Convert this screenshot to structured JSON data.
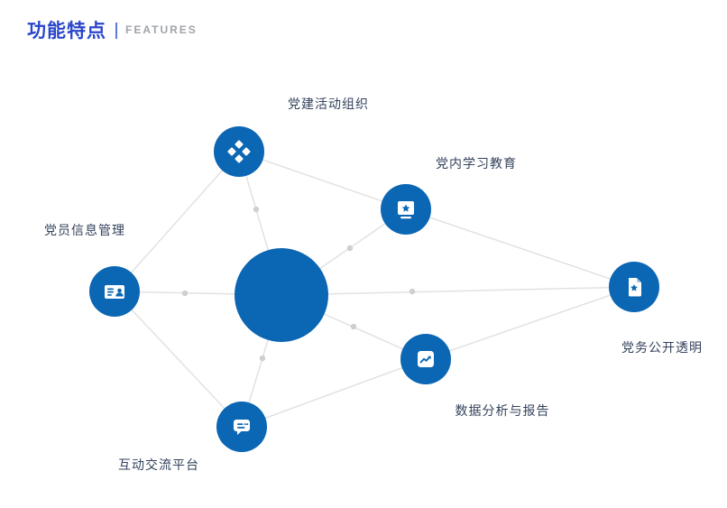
{
  "header": {
    "title_cn": "功能特点",
    "title_en": "FEATURES"
  },
  "diagram": {
    "colors": {
      "node_blue": "#0b66b3",
      "line_gray": "#e2e2e2",
      "dot_gray": "#cfcfcf",
      "label_text": "#33425b",
      "title_blue": "#2a46c9"
    },
    "center": {
      "label": ""
    },
    "nodes": [
      {
        "label": "党建活动组织",
        "icon": "diamond-grid-icon"
      },
      {
        "label": "党内学习教育",
        "icon": "book-star-icon"
      },
      {
        "label": "党员信息管理",
        "icon": "id-card-icon"
      },
      {
        "label": "党务公开透明",
        "icon": "document-icon"
      },
      {
        "label": "数据分析与报告",
        "icon": "line-chart-icon"
      },
      {
        "label": "互动交流平台",
        "icon": "chat-bubble-icon"
      }
    ]
  }
}
